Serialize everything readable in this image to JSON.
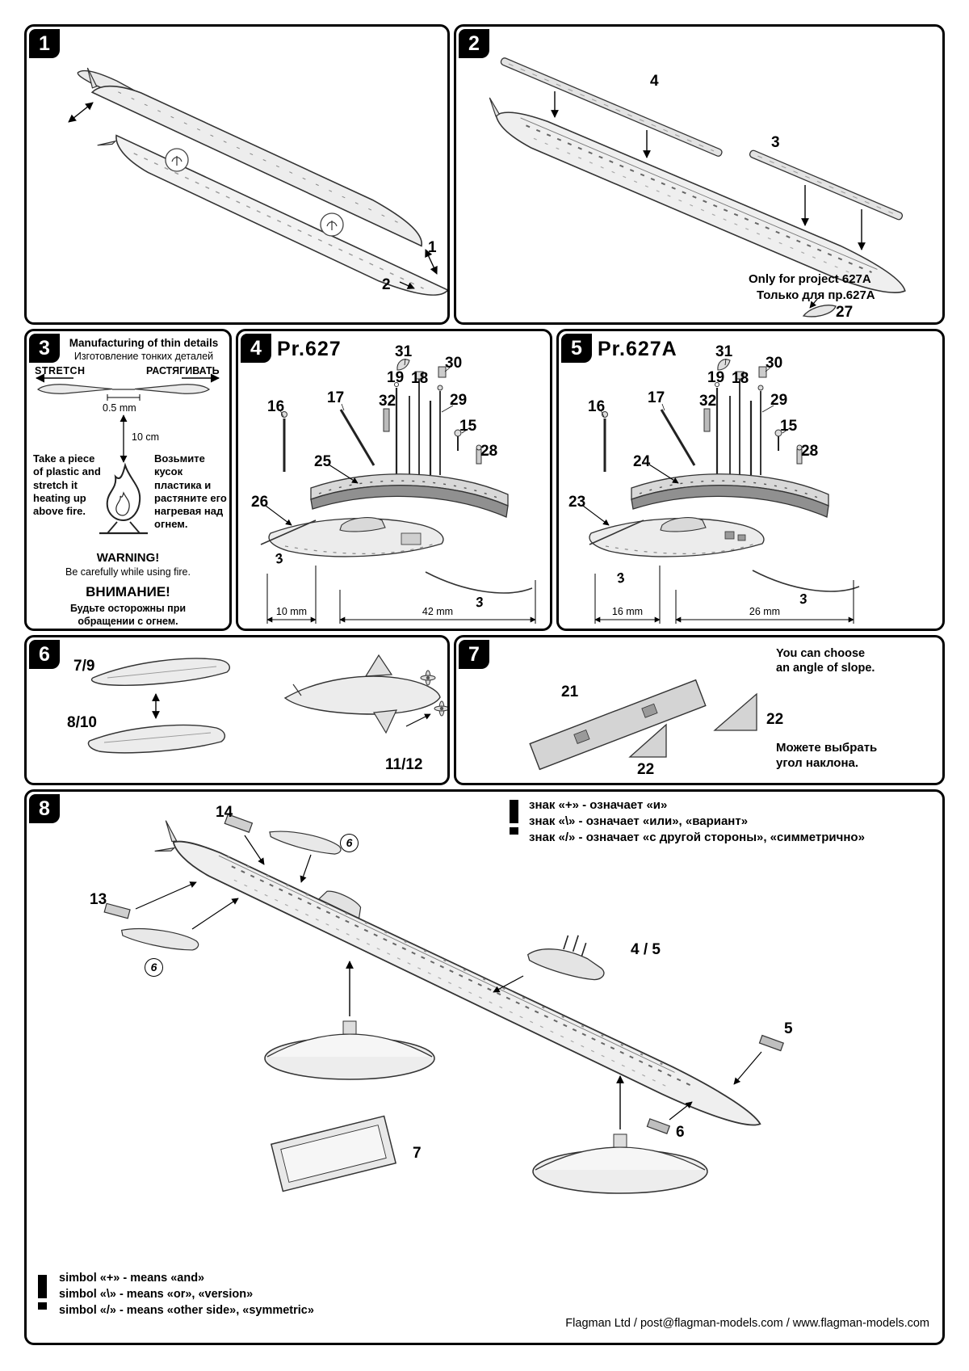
{
  "steps": {
    "s1": "1",
    "s2": "2",
    "s3": "3",
    "s4": "4",
    "s5": "5",
    "s6": "6",
    "s7": "7",
    "s8": "8"
  },
  "panel1": {
    "part1": "1",
    "part2": "2"
  },
  "panel2": {
    "part4": "4",
    "part3": "3",
    "part27": "27",
    "only_en": "Only for project 627A",
    "only_ru": "Только для пр.627А"
  },
  "panel3": {
    "title_en": "Manufacturing of thin details",
    "title_ru": "Изготовление тонких деталей",
    "stretch_en": "STRETCH",
    "stretch_ru": "РАСТЯГИВАТЬ",
    "dim_small": "0.5 mm",
    "dim_height": "10 cm",
    "take_en": "Take a piece of plastic and stretch it heating up above fire.",
    "take_ru": "Возьмите кусок пластика и растяните его нагревая над огнем.",
    "warning_title_en": "WARNING!",
    "warning_text_en": "Be carefully while using fire.",
    "warning_title_ru": "ВНИМАНИЕ!",
    "warning_text_ru": "Будьте осторожны при обращении с огнем."
  },
  "panel4": {
    "title": "Pr.627",
    "p31": "31",
    "p30": "30",
    "p19": "19",
    "p18": "18",
    "p32": "32",
    "p29": "29",
    "p17": "17",
    "p16": "16",
    "p15": "15",
    "p28": "28",
    "p25": "25",
    "p26": "26",
    "sprue": "3",
    "dim1": "10 mm",
    "dim2": "42 mm"
  },
  "panel5": {
    "title": "Pr.627A",
    "p31": "31",
    "p30": "30",
    "p19": "19",
    "p18": "18",
    "p32": "32",
    "p29": "29",
    "p17": "17",
    "p16": "16",
    "p15": "15",
    "p28": "28",
    "p24": "24",
    "p23": "23",
    "sprue": "3",
    "dim1": "16 mm",
    "dim2": "26 mm"
  },
  "panel6": {
    "fin_top": "7/9",
    "fin_bottom": "8/10",
    "props": "11/12"
  },
  "panel7": {
    "p21": "21",
    "p22": "22",
    "note_en1": "You can choose",
    "note_en2": "an angle of slope.",
    "note_ru1": "Можете выбрать",
    "note_ru2": "угол наклона."
  },
  "panel8": {
    "p14": "14",
    "p13": "13",
    "p6": "6",
    "p45": "4 / 5",
    "p5": "5",
    "p7": "7",
    "sign1": "знак «+» - означает «и»",
    "sign2": "знак «\\» - означает «или», «вариант»",
    "sign3": "знак «/» - означает «с другой стороны», «симметрично»",
    "legend1": "simbol «+» - means «and»",
    "legend2": "simbol «\\» - means «or», «version»",
    "legend3": "simbol «/» - means «other side», «symmetric»",
    "footer": "Flagman Ltd / post@flagman-models.com / www.flagman-models.com"
  }
}
